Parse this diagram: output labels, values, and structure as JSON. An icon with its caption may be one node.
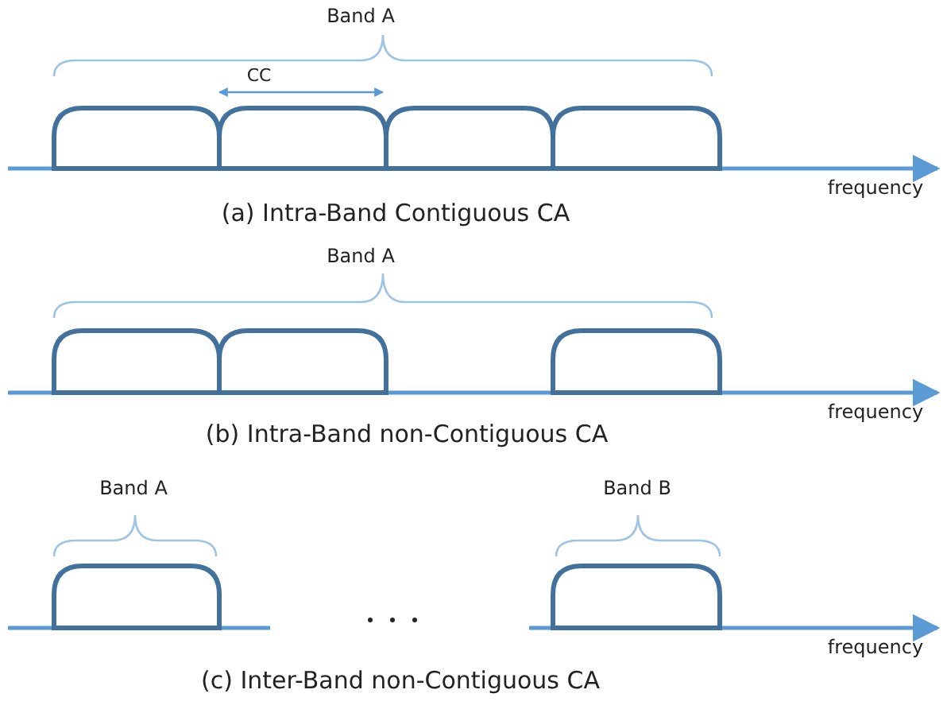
{
  "diagram": {
    "labels": [
      "Band A",
      "CC",
      "frequency",
      "(a) Intra-Band Contiguous CA",
      "Band A",
      "frequency",
      "(b) Intra-Band non-Contiguous CA",
      "Band A",
      "Band B",
      "frequency",
      "(c) Inter-Band non-Contiguous CA"
    ]
  }
}
